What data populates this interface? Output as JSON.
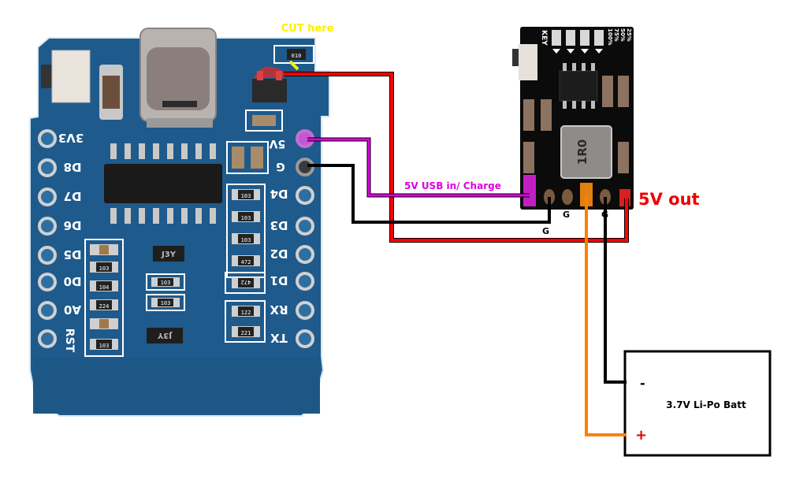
{
  "annotations": {
    "cut_here": "CUT here",
    "usb_charge": "5V USB in/ Charge",
    "out_5v": "5V out",
    "gnd_label_1": "G",
    "gnd_label_2": "G",
    "gnd_label_3": "G"
  },
  "colors": {
    "wire_5v_out": "#ff0000",
    "wire_usb_charge": "#e000e0",
    "wire_ground": "#000000",
    "wire_battery_positive": "#ff8000",
    "cut_marker": "#ffee00",
    "board_pcb": "#1e5a8c",
    "module_pcb": "#0a0a0a"
  },
  "esp_board": {
    "left_pins": [
      "3V3",
      "D8",
      "D7",
      "D6",
      "D5",
      "D0",
      "A0",
      "RST"
    ],
    "right_pins": [
      "5V",
      "G",
      "D4",
      "D3",
      "D2",
      "D1",
      "RX",
      "TX"
    ],
    "resistor_codes_left": [
      "103",
      "104",
      "224",
      "103"
    ],
    "resistor_codes_right": [
      "103",
      "103",
      "103",
      "472",
      "472",
      "122",
      "221"
    ],
    "transistor_codes": [
      "J3Y",
      "J3Y"
    ],
    "resistor_codes_center": [
      "103",
      "103"
    ],
    "cut_resistor_code": "010"
  },
  "charger_module": {
    "key_label": "KEY",
    "led_labels": [
      "25%",
      "50%",
      "75%",
      "100%"
    ],
    "inductor_code": "1R0"
  },
  "battery": {
    "label": "3.7V Li-Po Batt",
    "negative": "-",
    "positive": "+"
  }
}
